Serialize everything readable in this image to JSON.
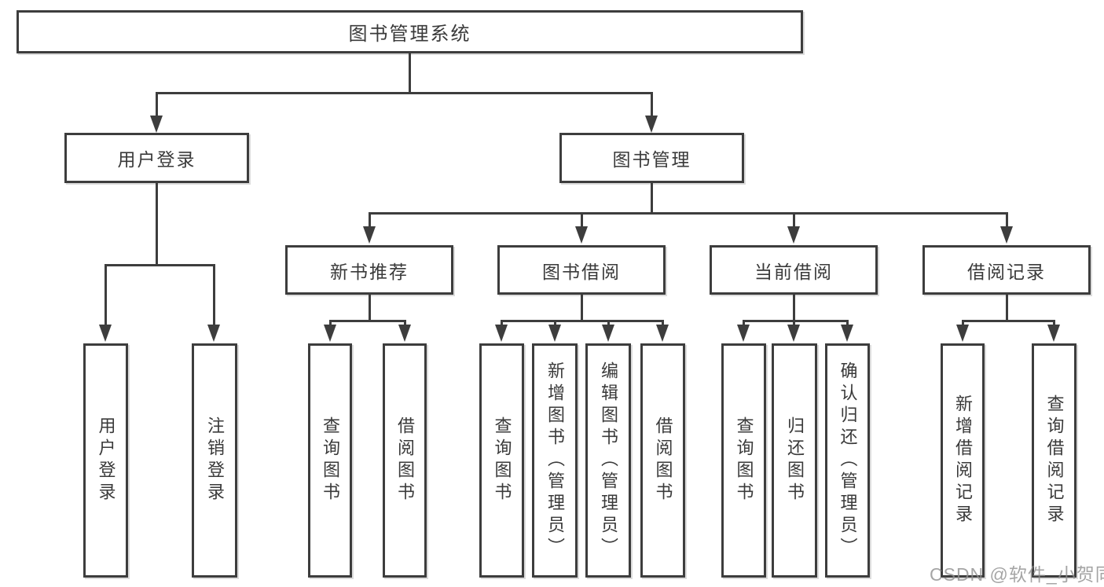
{
  "colors": {
    "line": "#3d3d3d",
    "text": "#3a3a3a",
    "watermark": "#8f8f8f",
    "bg": "#ffffff"
  },
  "watermark": {
    "text": "CSDN @软件_小贺同学"
  },
  "tree": {
    "label": "图书管理系统",
    "children": [
      {
        "label": "用户登录",
        "children": [
          {
            "label": "用户登录"
          },
          {
            "label": "注销登录"
          }
        ]
      },
      {
        "label": "图书管理",
        "children": [
          {
            "label": "新书推荐",
            "children": [
              {
                "label": "查询图书"
              },
              {
                "label": "借阅图书"
              }
            ]
          },
          {
            "label": "图书借阅",
            "children": [
              {
                "label": "查询图书"
              },
              {
                "label": "新增图书（管理员）"
              },
              {
                "label": "编辑图书（管理员）"
              },
              {
                "label": "借阅图书"
              }
            ]
          },
          {
            "label": "当前借阅",
            "children": [
              {
                "label": "查询图书"
              },
              {
                "label": "归还图书"
              },
              {
                "label": "确认归还（管理员）"
              }
            ]
          },
          {
            "label": "借阅记录",
            "children": [
              {
                "label": "新增借阅记录"
              },
              {
                "label": "查询借阅记录"
              }
            ]
          }
        ]
      }
    ]
  }
}
